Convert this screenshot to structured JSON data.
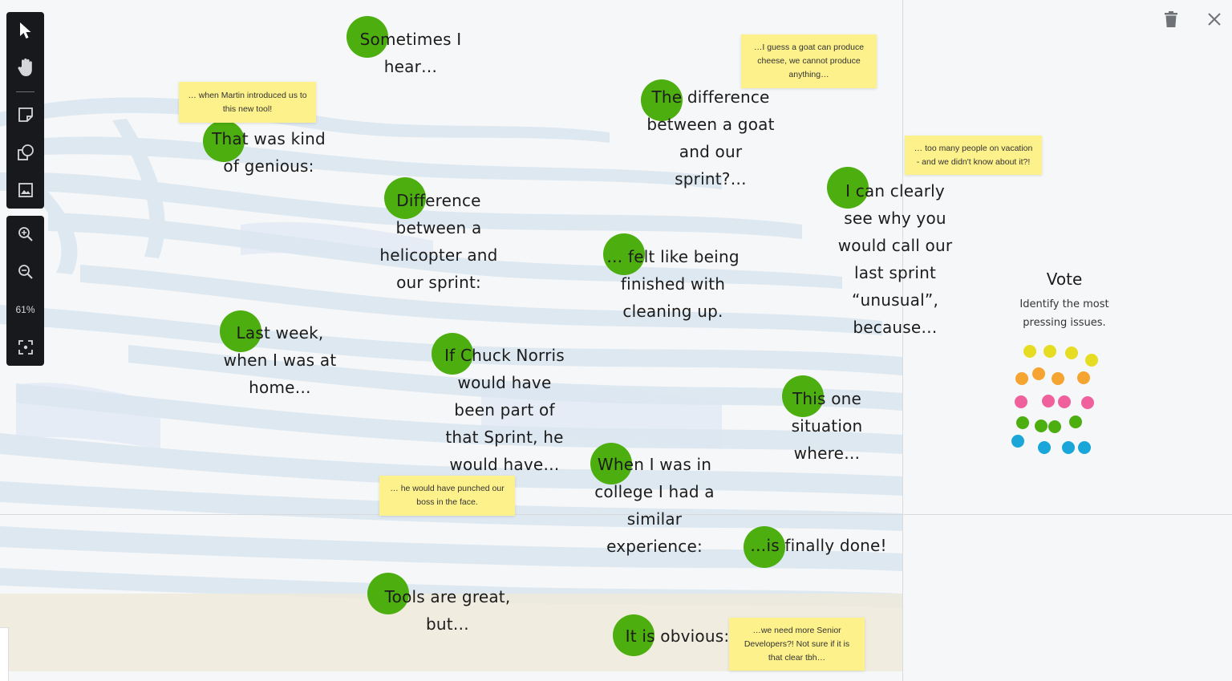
{
  "toolbar": {
    "tools": [
      "select-pointer",
      "hand-pan",
      "sticky-note",
      "shapes",
      "image"
    ],
    "view_tools": [
      "zoom-in",
      "zoom-out"
    ],
    "zoom_level": "61%",
    "fit_tool": "fit-to-screen"
  },
  "top_right": {
    "delete_icon": "trash-icon",
    "close_icon": "close-icon"
  },
  "phrases": {
    "p1": "Sometimes I\nhear…",
    "p2": "That was kind\nof genious:",
    "p3": "Difference\nbetween a\nhelicopter and\nour sprint:",
    "p4": "The difference\nbetween a goat\nand our\nsprint?…",
    "p5": "… felt like being\nfinished with\ncleaning up.",
    "p6": "I can clearly\nsee why you\nwould call our\nlast sprint\n“unusual”,\nbecause…",
    "p7": "Last week,\nwhen I was at\nhome…",
    "p8": "If Chuck Norris\nwould have\nbeen part of\nthat Sprint, he\nwould have…",
    "p9": "This one\nsituation\nwhere…",
    "p10": "When I was in\ncollege I had a\nsimilar\nexperience:",
    "p11": "…is finally done!",
    "p12": "Tools are great,\nbut…",
    "p13": "It is obvious:"
  },
  "stickies": {
    "s1": "… when Martin introduced us to\nthis new tool!",
    "s2": "…I guess a goat can produce\ncheese, we cannot produce\nanything…",
    "s3": "… too many people on vacation\n- and we didn't know about it?!",
    "s4": "… he would have punched our\nboss in the face.",
    "s5": "…we need more Senior\nDevelopers?! Not sure if it is\nthat clear tbh…"
  },
  "vote": {
    "title": "Vote",
    "subtitle": "Identify the most\npressing issues.",
    "dot_colors": {
      "yellow": "#e6dc22",
      "orange": "#f5a431",
      "pink": "#f0609d",
      "green": "#4cae0f",
      "blue": "#1aa6d9"
    }
  },
  "colors": {
    "accent_green": "#4cae0f",
    "sticky_yellow": "#fdf18c",
    "toolbar": "#17191c"
  }
}
